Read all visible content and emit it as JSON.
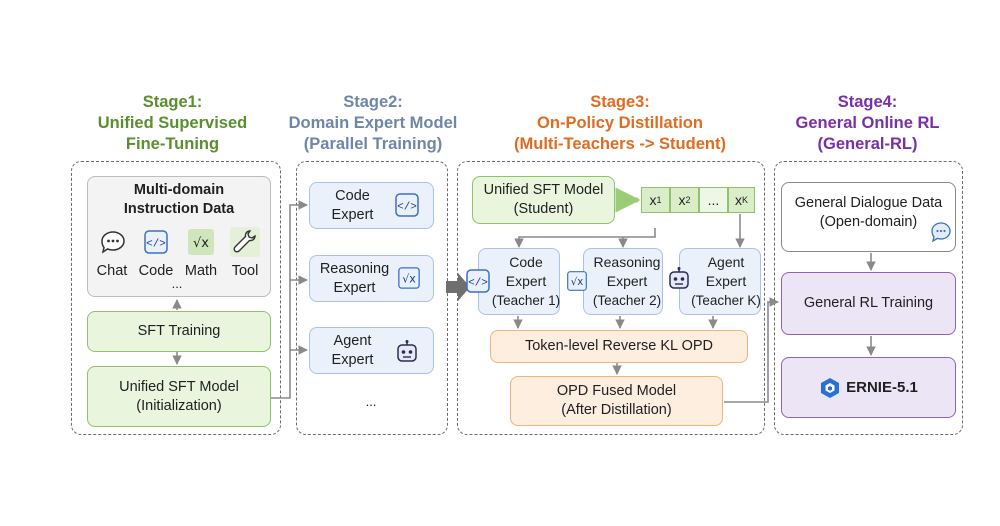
{
  "stages": [
    {
      "num": "Stage1:",
      "line1": "Unified Supervised",
      "line2": "Fine-Tuning",
      "color": "#5a8f2e"
    },
    {
      "num": "Stage2:",
      "line1": "Domain Expert Model",
      "line2": "(Parallel Training)",
      "color": "#6f86a8"
    },
    {
      "num": "Stage3:",
      "line1": "On-Policy Distillation",
      "line2": "(Multi-Teachers -> Student)",
      "color": "#e26b1f"
    },
    {
      "num": "Stage4:",
      "line1": "General Online RL",
      "line2": "(General-RL)",
      "color": "#7a2fa8"
    }
  ],
  "stage1": {
    "data_title_1": "Multi-domain",
    "data_title_2": "Instruction Data",
    "items": [
      {
        "label": "Chat",
        "icon": "chat-icon"
      },
      {
        "label": "Code",
        "icon": "code-icon"
      },
      {
        "label": "Math",
        "icon": "sqrt-icon"
      },
      {
        "label": "Tool",
        "icon": "wrench-icon"
      }
    ],
    "more": "...",
    "sft_training": "SFT Training",
    "model_1": "Unified SFT Model",
    "model_2": "(Initialization)"
  },
  "stage2": {
    "experts": [
      {
        "l1": "Code",
        "l2": "Expert",
        "icon": "code-icon"
      },
      {
        "l1": "Reasoning",
        "l2": "Expert",
        "icon": "sqrt-icon"
      },
      {
        "l1": "Agent",
        "l2": "Expert",
        "icon": "robot-icon"
      }
    ],
    "more": "..."
  },
  "stage3": {
    "student_1": "Unified SFT Model",
    "student_2": "(Student)",
    "tokens": [
      "x1",
      "x2",
      "...",
      "xK"
    ],
    "teachers": [
      {
        "l1": "Code",
        "l2": "Expert",
        "l3": "(Teacher 1)",
        "icon": "code-icon"
      },
      {
        "l1": "Reasoning",
        "l2": "Expert",
        "l3": "(Teacher 2)",
        "icon": "sqrt-icon"
      },
      {
        "l1": "Agent",
        "l2": "Expert",
        "l3": "(Teacher K)",
        "icon": "robot-icon"
      }
    ],
    "opd": "Token-level Reverse KL OPD",
    "fused_1": "OPD Fused Model",
    "fused_2": "(After Distillation)"
  },
  "stage4": {
    "dialogue_1": "General Dialogue Data",
    "dialogue_2": "(Open-domain)",
    "rl_training": "General RL Training",
    "final_model": "ERNIE-5.1"
  }
}
